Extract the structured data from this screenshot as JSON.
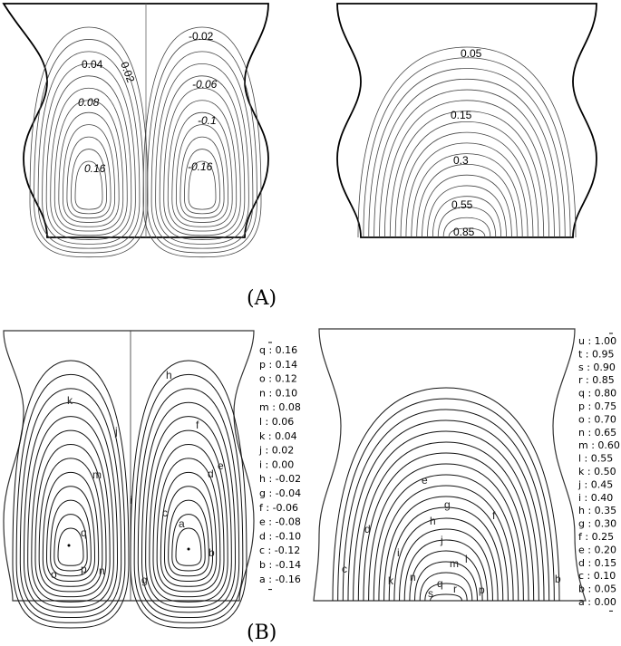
{
  "captions": {
    "a": "(A)",
    "b": "(B)"
  },
  "panel_a_left": {
    "labels": [
      "0.04",
      "0.02",
      "0.08",
      "0.16",
      "-0.02",
      "-0.06",
      "-0.1",
      "-0.16"
    ]
  },
  "panel_a_right": {
    "labels": [
      "0.05",
      "0.15",
      "0.3",
      "0.55",
      "0.85"
    ]
  },
  "panel_b_left": {
    "letters": [
      "h",
      "k",
      "j",
      "f",
      "e",
      "d",
      "m",
      "i",
      "c",
      "a",
      "q",
      "b",
      "p",
      "o",
      "n",
      "g"
    ],
    "legend": [
      {
        "key": "q",
        "value": "0.16"
      },
      {
        "key": "p",
        "value": "0.14"
      },
      {
        "key": "o",
        "value": "0.12"
      },
      {
        "key": "n",
        "value": "0.10"
      },
      {
        "key": "m",
        "value": "0.08"
      },
      {
        "key": "l",
        "value": "0.06"
      },
      {
        "key": "k",
        "value": "0.04"
      },
      {
        "key": "j",
        "value": "0.02"
      },
      {
        "key": "i",
        "value": "0.00"
      },
      {
        "key": "h",
        "value": "-0.02"
      },
      {
        "key": "g",
        "value": "-0.04"
      },
      {
        "key": "f",
        "value": "-0.06"
      },
      {
        "key": "e",
        "value": "-0.08"
      },
      {
        "key": "d",
        "value": "-0.10"
      },
      {
        "key": "c",
        "value": "-0.12"
      },
      {
        "key": "b",
        "value": "-0.14"
      },
      {
        "key": "a",
        "value": "-0.16"
      }
    ]
  },
  "panel_b_right": {
    "letters": [
      "e",
      "g",
      "f",
      "d",
      "h",
      "j",
      "i",
      "l",
      "m",
      "c",
      "k",
      "n",
      "q",
      "s",
      "r",
      "p",
      "b"
    ],
    "legend": [
      {
        "key": "u",
        "value": "1.00"
      },
      {
        "key": "t",
        "value": "0.95"
      },
      {
        "key": "s",
        "value": "0.90"
      },
      {
        "key": "r",
        "value": "0.85"
      },
      {
        "key": "q",
        "value": "0.80"
      },
      {
        "key": "p",
        "value": "0.75"
      },
      {
        "key": "o",
        "value": "0.70"
      },
      {
        "key": "n",
        "value": "0.65"
      },
      {
        "key": "m",
        "value": "0.60"
      },
      {
        "key": "l",
        "value": "0.55"
      },
      {
        "key": "k",
        "value": "0.50"
      },
      {
        "key": "j",
        "value": "0.45"
      },
      {
        "key": "i",
        "value": "0.40"
      },
      {
        "key": "h",
        "value": "0.35"
      },
      {
        "key": "g",
        "value": "0.30"
      },
      {
        "key": "f",
        "value": "0.25"
      },
      {
        "key": "e",
        "value": "0.20"
      },
      {
        "key": "d",
        "value": "0.15"
      },
      {
        "key": "c",
        "value": "0.10"
      },
      {
        "key": "b",
        "value": "0.05"
      },
      {
        "key": "a",
        "value": "0.00"
      }
    ]
  }
}
